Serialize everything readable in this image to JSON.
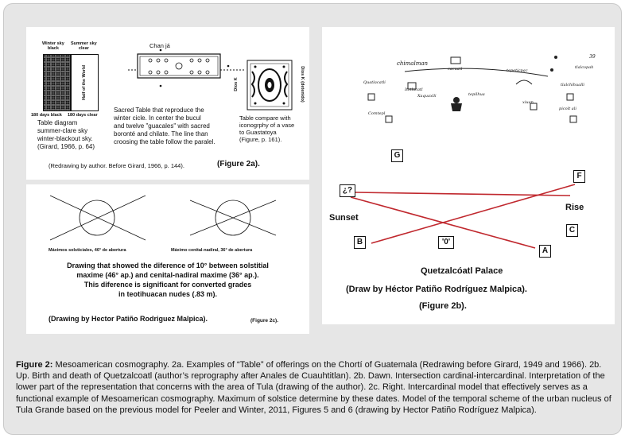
{
  "panel_2a": {
    "winter_sky": "Winter sky\nblack",
    "summer_sky": "Summer sky\nclear",
    "half_world": "Half of the World",
    "days_black": "180 days black",
    "days_clear": "180 days clear",
    "table_diagram": "Table diagram\nsummer-clare sky\nwinter-blackout sky.\n(Girard, 1966, p. 64)",
    "chan_ja": "Chan já",
    "sacred_table": "Sacred Table that reproduce the\nwinter cicle. In center the bucul\nand twelve \"guacales\" with sacred\nboronté and chilate. The line than\ncroosing the table follow the paralel.",
    "dios_k": "Dios K",
    "dios_k_detenido": "Dios K (detenido)",
    "table_compare": "Table compare with\niconogrphy of a vase\nto Guastatoya\n(Figure, p. 161).",
    "redrawing": "(Redrawing by author.  Before Girard, 1966, p. 144).",
    "figure_label": "(Figure 2a)."
  },
  "panel_2c": {
    "label_left": "Máximos solsticiales, 46° de abertura",
    "label_right": "Máximo cenital-nadiral, 36° de abertura",
    "description": "Drawing that showed the diference of 10° between solstitial\nmaxime (46° ap.) and cenital-nadiral maxime (36° ap.).\nThis diference is significant for converted grades\nin teotihuacan nudes (.83 m).",
    "credit": "(Drawing by Hector Patiño Rodriguez Malpica).",
    "figure_label": "(Figure 2c)."
  },
  "panel_2b": {
    "codex_words": [
      "chimalman",
      "cacuatl",
      "tepeticpac",
      "Quatlacatli",
      "Itztlacatl",
      "Xaquaxlli",
      "tepilhua",
      "xiuan",
      "tlalchihualli",
      "Comtepl",
      "picolt ali",
      "39",
      "tlalcopah"
    ],
    "box_g": "G",
    "box_q": "¿?",
    "box_f": "F",
    "box_b": "B",
    "box_0": "'0'",
    "box_c": "C",
    "box_a": "A",
    "sunset": "Sunset",
    "rise": "Rise",
    "palace": "Quetzalcóatl Palace",
    "credit": "(Draw by Héctor Patiño Rodríguez Malpica).",
    "figure_label": "(Figure 2b)."
  },
  "caption": {
    "label": "Figure 2:",
    "text": " Mesoamerican cosmography. 2a. Examples of “Table” of offerings on the Chortí of Guatemala (Redrawing before Girard, 1949 and 1966). 2b. Up. Birth and death of Quetzalcoatl (author’s reprography after Anales de Cuauhtitlan). 2b. Dawn. Intersection cardinal-intercardinal. Interpretation of the lower part of the representation that concerns with the area of Tula (drawing of the author). 2c. Right. Intercardinal model that effectively serves as a functional example of Mesoamerican cosmography. Maximum of solstice determine by these dates. Model of the temporal scheme of the urban nucleus of Tula Grande based on the previous model for Peeler and Winter, 2011, Figures 5 and 6 (drawing by Hector Patiño Rodríguez Malpica)."
  },
  "colors": {
    "frame_bg": "#e6e6e6",
    "panel_bg": "#ffffff",
    "red_line": "#c0282e",
    "ink": "#111111"
  }
}
